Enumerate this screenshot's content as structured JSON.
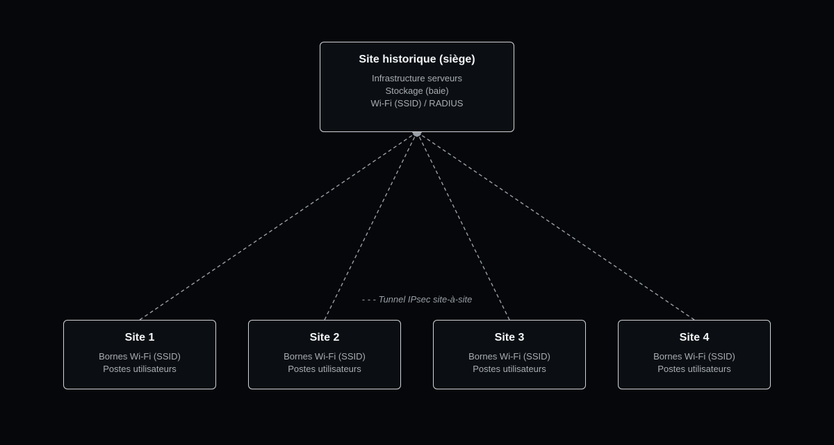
{
  "hq": {
    "title": "Site historique (siège)",
    "lines": [
      "Infrastructure serveurs",
      "Stockage (baie)",
      "Wi-Fi (SSID) / RADIUS"
    ]
  },
  "sites": [
    {
      "title": "Site 1",
      "lines": [
        "Bornes Wi-Fi (SSID)",
        "Postes utilisateurs"
      ]
    },
    {
      "title": "Site 2",
      "lines": [
        "Bornes Wi-Fi (SSID)",
        "Postes utilisateurs"
      ]
    },
    {
      "title": "Site 3",
      "lines": [
        "Bornes Wi-Fi (SSID)",
        "Postes utilisateurs"
      ]
    },
    {
      "title": "Site 4",
      "lines": [
        "Bornes Wi-Fi (SSID)",
        "Postes utilisateurs"
      ]
    }
  ],
  "legend": "- - - Tunnel IPsec site-à-site",
  "colors": {
    "background": "#05070b",
    "node_fill": "#0b0f13",
    "node_border": "#d0d4d8",
    "link": "#9aa0a6"
  }
}
